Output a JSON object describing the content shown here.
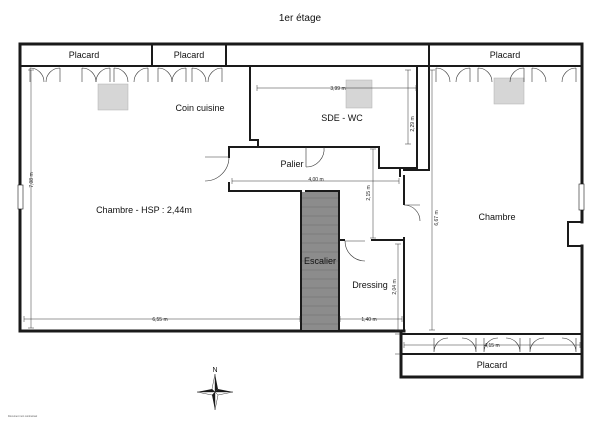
{
  "floor_title": "1er étage",
  "rooms": {
    "chambre_hsp": "Chambre - HSP : 2,44m",
    "coin_cuisine": "Coin cuisine",
    "sde_wc": "SDE - WC",
    "palier": "Palier",
    "escalier": "Escalier",
    "dressing": "Dressing",
    "chambre_right": "Chambre",
    "placard_1": "Placard",
    "placard_2": "Placard",
    "placard_3": "Placard",
    "placard_4": "Placard"
  },
  "dimensions": {
    "d_3_99": "3,99 m",
    "d_2_29": "2,29 m",
    "d_4_00": "4,00 m",
    "d_2_15": "2,15 m",
    "d_7_08": "7,08 m",
    "d_6_67": "6,67 m",
    "d_6_55": "6,55 m",
    "d_1_40": "1,40 m",
    "d_2_04": "2,04 m",
    "d_4_15": "4,15 m"
  },
  "compass": {
    "north_label": "N"
  },
  "footer_note": "Document non contractuel",
  "colors": {
    "wall": "#1a1a1a",
    "stair": "#8c8c8c",
    "fixture": "#d6d6d6",
    "line": "#333333"
  }
}
